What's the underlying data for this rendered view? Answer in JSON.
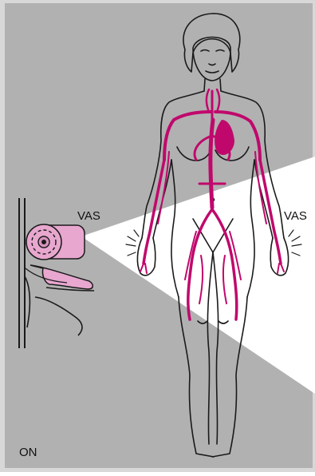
{
  "labels": {
    "vas_left": "VAS",
    "vas_right": "VAS",
    "status": "ON"
  },
  "colors": {
    "background": "#b1b1b1",
    "vessel": "#c0086c",
    "device": "#e8a7cf",
    "outline": "#1a1a1a",
    "beam": "#ffffff",
    "frame": "#d8d8d8"
  },
  "icons": [
    "webcam-device",
    "human-figure",
    "heat-spark"
  ]
}
